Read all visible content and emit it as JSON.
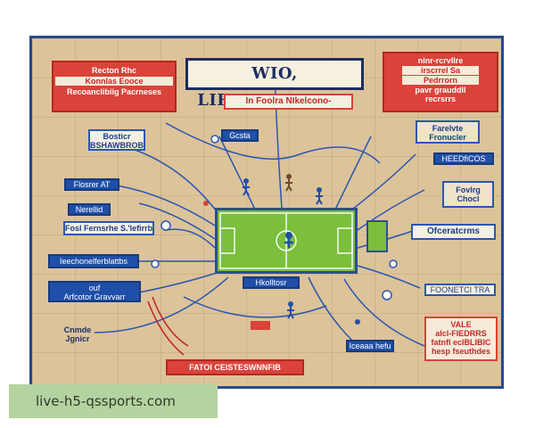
{
  "poster": {
    "title": "WIO, LIREMFARATJIT",
    "subtitle": "In Foolra NIkelcono-",
    "boxes": {
      "top_left_line1": "Recton Rhc",
      "top_left_line2": "Konnlas Eooce",
      "top_left_line3": "Recoanclibiig Pacrneses",
      "top_right_line1": "ninr-rcrvllre",
      "top_right_line2": "irscrrel Sa",
      "top_right_line3": "Pedrrorn",
      "top_right_line4": "pavr grauddll",
      "top_right_line5": "recrsrrs",
      "left_1_line1": "Bosticr",
      "left_1_line2": "BSHAWBROB",
      "left_2": "Flosrer AT",
      "left_3": "Nerellid",
      "left_4": "Fosl Fernsrhe S.'lefirrb",
      "left_5": "Ieechonelferblattbs",
      "left_6_line1": "ouf",
      "left_6_line2": "Arfcotor Gravvarr",
      "left_7_line1": "Cnmde",
      "left_7_line2": "Jgnicr",
      "right_1_line1": "Farelvte",
      "right_1_line2": "Fronucler",
      "right_2": "HEEDfiCOS",
      "right_3_line1": "Fovlrg",
      "right_3_line2": "Chocl",
      "right_4": "Ofceratcrms",
      "right_5": "FOONETCI TRA",
      "right_6_line1": "VALE",
      "right_6_line2": "alcl-FIEDRRS",
      "right_6_line3": "fatnfl ecIBLIBIC",
      "right_6_line4": "hesp fseuthdes",
      "center_top": "Gcsta",
      "center_mid": "Hkolltosr",
      "bottom_center": "Iceaaa hefu",
      "bottom_red": "FATOI CEISTESWNNFIB"
    },
    "colors": {
      "background": "#dcc39a",
      "blue": "#1f4fa8",
      "red": "#d9433a",
      "field_green": "#7bbf3c",
      "frame": "#274a8c"
    }
  },
  "watermark": "live-h5-qssports.com"
}
